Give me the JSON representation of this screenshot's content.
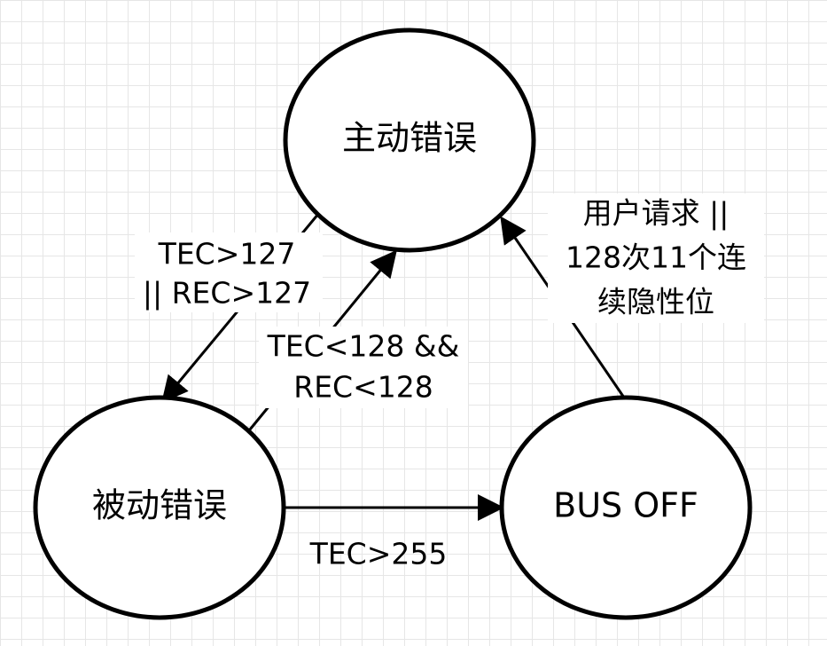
{
  "diagram": {
    "nodes": {
      "active": {
        "label": "主动错误"
      },
      "passive": {
        "label": "被动错误"
      },
      "busoff": {
        "label": "BUS OFF"
      }
    },
    "edges": {
      "active_to_passive": {
        "line1": "TEC>127",
        "line2": "|| REC>127"
      },
      "passive_to_active": {
        "line1": "TEC<128 &&",
        "line2": "REC<128"
      },
      "passive_to_busoff": {
        "line1": "TEC>255"
      },
      "busoff_to_active": {
        "line1": "用户请求 ||",
        "line2": "128次11个连",
        "line3": "续隐性位"
      }
    },
    "colors": {
      "stroke": "#000000",
      "background": "#ffffff",
      "grid": "#e6e6e6"
    }
  }
}
